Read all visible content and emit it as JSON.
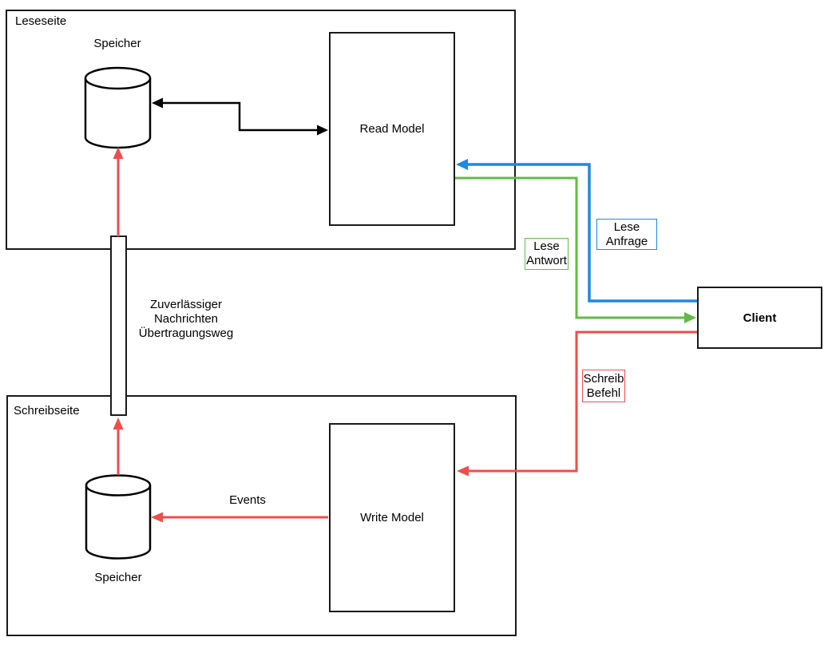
{
  "read_side": {
    "title": "Leseseite",
    "storage_label": "Speicher",
    "model_label": "Read Model"
  },
  "write_side": {
    "title": "Schreibseite",
    "storage_label": "Speicher",
    "model_label": "Write Model"
  },
  "channel": {
    "label": "Zuverlässiger\nNachrichten\nÜbertragungsweg"
  },
  "client": {
    "label": "Client"
  },
  "edges": {
    "read_request": {
      "label": "Lese\nAnfrage",
      "color": "#1e88e5"
    },
    "read_response": {
      "label": "Lese\nAntwort",
      "color": "#62bb46"
    },
    "write_command": {
      "label": "Schreib\nBefehl",
      "color": "#f14c4c"
    },
    "events": {
      "label": "Events",
      "color": "#f14c4c"
    },
    "model_storage_sync": {
      "color": "#000000"
    }
  },
  "colors": {
    "line_black": "#000000",
    "box_border": "#1a1a1a",
    "background": "#ffffff"
  }
}
